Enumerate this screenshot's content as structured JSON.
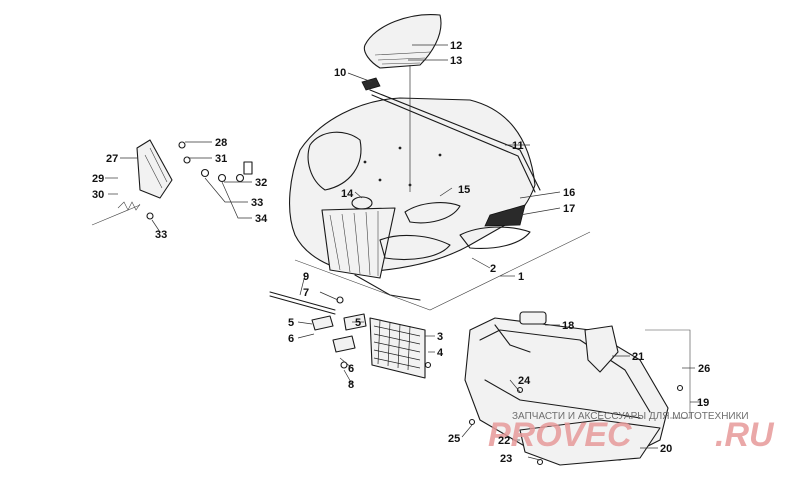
{
  "callouts": [
    {
      "id": "1",
      "label": "1"
    },
    {
      "id": "2",
      "label": "2"
    },
    {
      "id": "3",
      "label": "3"
    },
    {
      "id": "4",
      "label": "4"
    },
    {
      "id": "5a",
      "label": "5"
    },
    {
      "id": "5b",
      "label": "5"
    },
    {
      "id": "6a",
      "label": "6"
    },
    {
      "id": "6b",
      "label": "6"
    },
    {
      "id": "7",
      "label": "7"
    },
    {
      "id": "8",
      "label": "8"
    },
    {
      "id": "9",
      "label": "9"
    },
    {
      "id": "10",
      "label": "10"
    },
    {
      "id": "11",
      "label": "11"
    },
    {
      "id": "12",
      "label": "12"
    },
    {
      "id": "13",
      "label": "13"
    },
    {
      "id": "14",
      "label": "14"
    },
    {
      "id": "15",
      "label": "15"
    },
    {
      "id": "16",
      "label": "16"
    },
    {
      "id": "17",
      "label": "17"
    },
    {
      "id": "18",
      "label": "18"
    },
    {
      "id": "19",
      "label": "19"
    },
    {
      "id": "20",
      "label": "20"
    },
    {
      "id": "21",
      "label": "21"
    },
    {
      "id": "22",
      "label": "22"
    },
    {
      "id": "23",
      "label": "23"
    },
    {
      "id": "24",
      "label": "24"
    },
    {
      "id": "25",
      "label": "25"
    },
    {
      "id": "26",
      "label": "26"
    },
    {
      "id": "27",
      "label": "27"
    },
    {
      "id": "28",
      "label": "28"
    },
    {
      "id": "29",
      "label": "29"
    },
    {
      "id": "30",
      "label": "30"
    },
    {
      "id": "31",
      "label": "31"
    },
    {
      "id": "32",
      "label": "32"
    },
    {
      "id": "33a",
      "label": "33"
    },
    {
      "id": "33b",
      "label": "33"
    },
    {
      "id": "34",
      "label": "34"
    }
  ],
  "watermark": {
    "top_text": "ЗАПЧАСТИ И АКСЕССУАРЫ ДЛЯ МОТОТЕХНИКИ",
    "logo_text": "PROVEC",
    "domain_text": ".RU"
  }
}
